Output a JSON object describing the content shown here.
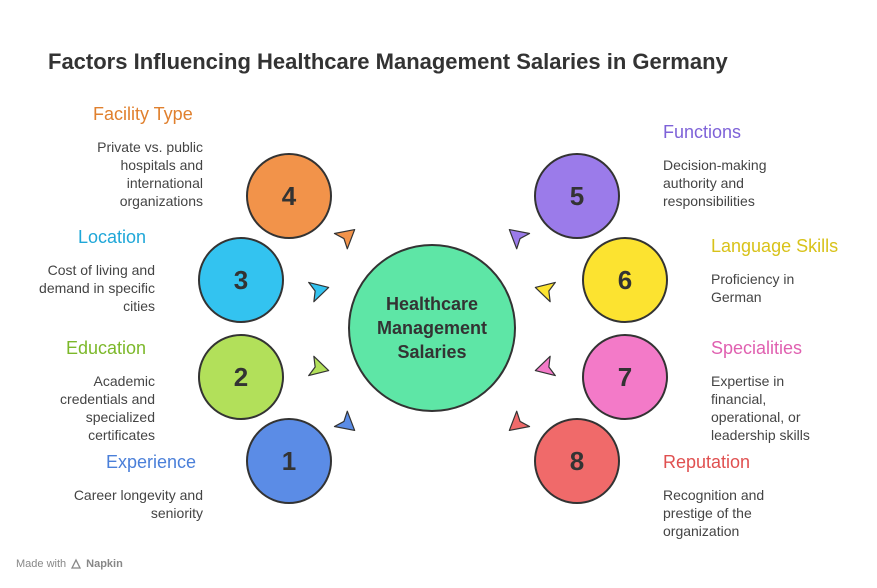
{
  "title": "Factors Influencing Healthcare Management Salaries in Germany",
  "center": {
    "lines": [
      "Healthcare",
      "Management",
      "Salaries"
    ],
    "color": "#5EE6A6"
  },
  "factors": [
    {
      "number": "4",
      "heading": "Facility Type",
      "desc": "Private vs. public\nhospitals and\ninternational\norganizations",
      "color": "#F2934A",
      "heading_color": "#E0802E"
    },
    {
      "number": "3",
      "heading": "Location",
      "desc": "Cost of living and\ndemand in specific\ncities",
      "color": "#33C3F0",
      "heading_color": "#1FA7D8"
    },
    {
      "number": "2",
      "heading": "Education",
      "desc": "Academic\ncredentials and\nspecialized\ncertificates",
      "color": "#B2E05A",
      "heading_color": "#7CB82A"
    },
    {
      "number": "1",
      "heading": "Experience",
      "desc": "Career longevity and\nseniority",
      "color": "#5B8CE6",
      "heading_color": "#4A7FD9"
    },
    {
      "number": "5",
      "heading": "Functions",
      "desc": "Decision-making\nauthority and\nresponsibilities",
      "color": "#9B7BEA",
      "heading_color": "#7E62D8"
    },
    {
      "number": "6",
      "heading": "Language Skills",
      "desc": "Proficiency in\nGerman",
      "color": "#FCE330",
      "heading_color": "#D8C21A"
    },
    {
      "number": "7",
      "heading": "Specialities",
      "desc": "Expertise in\nfinancial,\noperational, or\nleadership skills",
      "color": "#F37AC8",
      "heading_color": "#E060B0"
    },
    {
      "number": "8",
      "heading": "Reputation",
      "desc": "Recognition and\nprestige of the\norganization",
      "color": "#F06A6A",
      "heading_color": "#E05050"
    }
  ],
  "footer": {
    "made_with": "Made with",
    "brand": "Napkin"
  }
}
